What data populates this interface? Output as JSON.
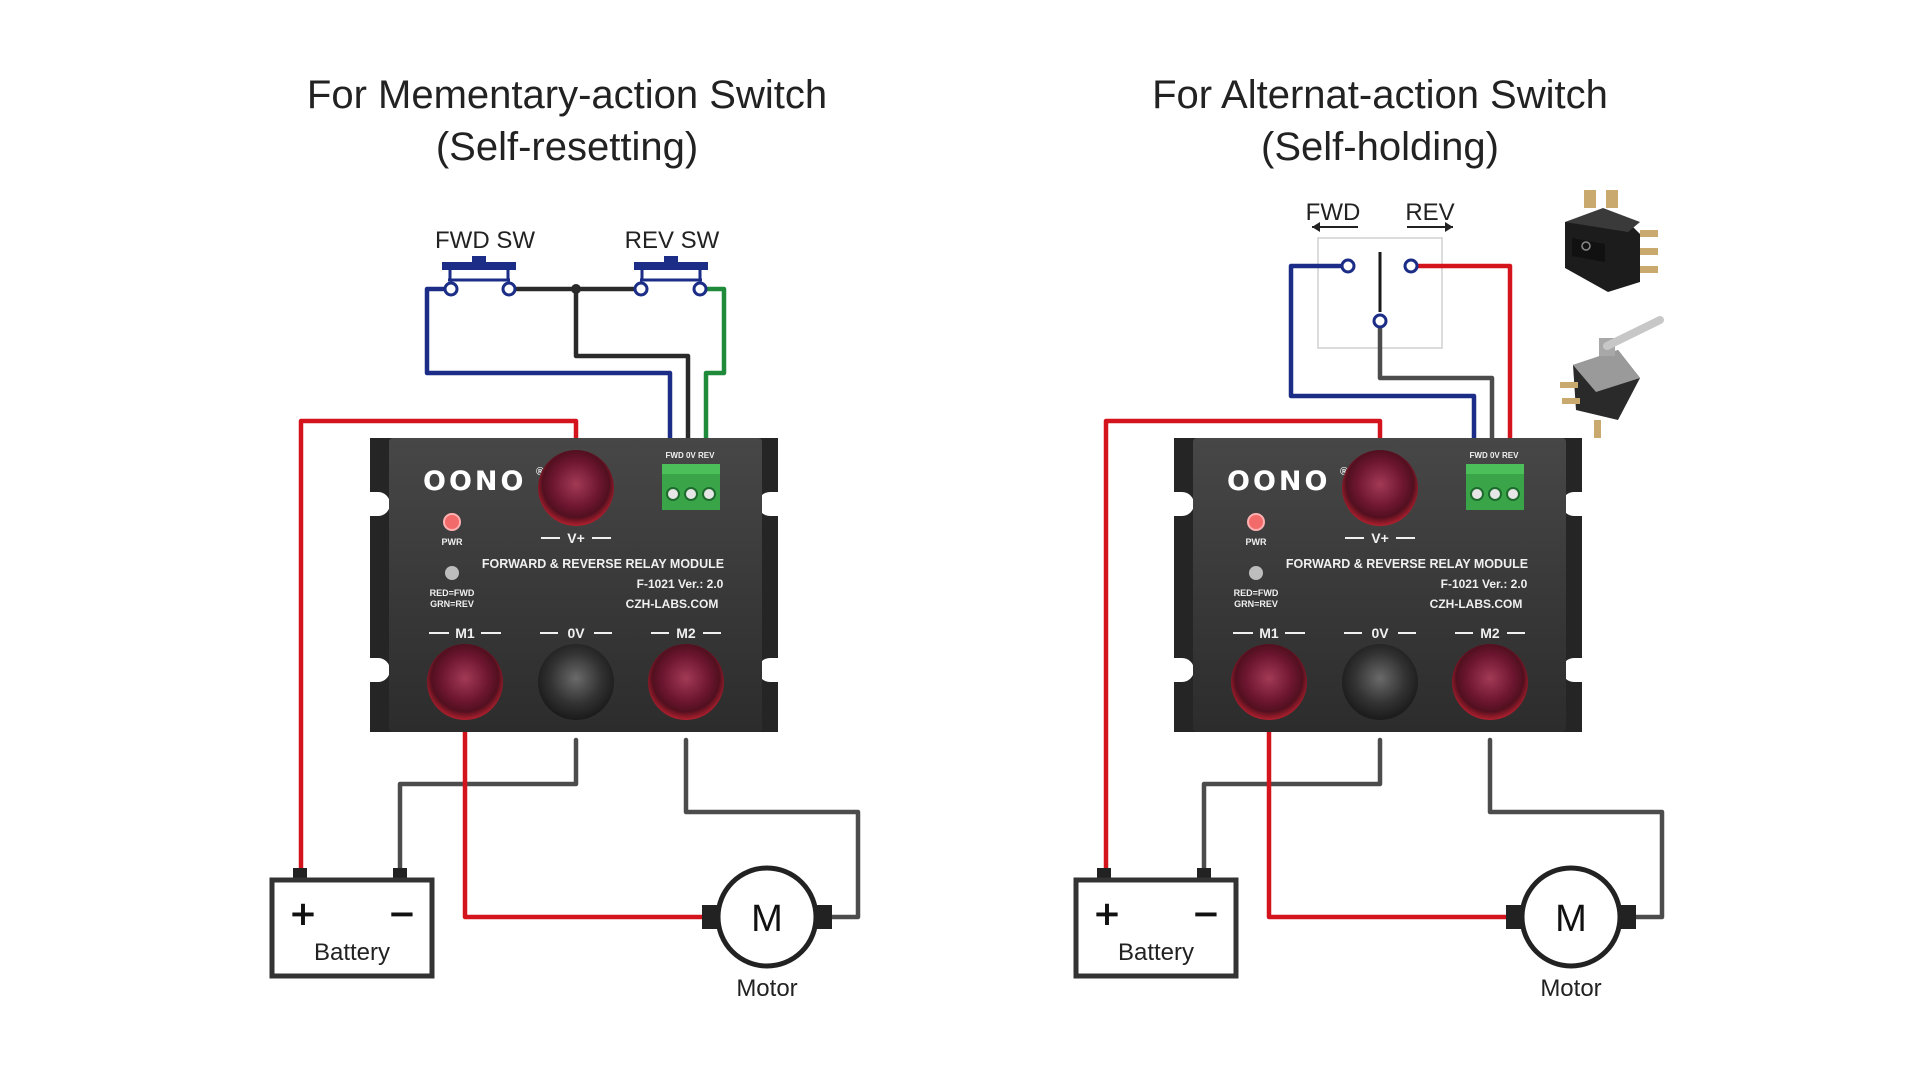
{
  "left": {
    "title_line1": "For Mementary-action Switch",
    "title_line2": "(Self-resetting)",
    "fwd_switch_label": "FWD SW",
    "rev_switch_label": "REV SW"
  },
  "right": {
    "title_line1": "For Alternat-action Switch",
    "title_line2": "(Self-holding)",
    "fwd_label": "FWD",
    "rev_label": "REV",
    "photos": [
      "rocker-switch-photo",
      "toggle-switch-photo"
    ]
  },
  "module": {
    "brand": "OONO",
    "registered": "®",
    "pwr_label": "PWR",
    "status_line1": "RED=FWD",
    "status_line2": "GRN=REV",
    "vplus_label": "V+",
    "model_title": "FORWARD & REVERSE RELAY MODULE",
    "model_line": "F-1021   Ver.: 2.0",
    "website": "CZH-LABS.COM",
    "terminal_label": "FWD 0V REV",
    "m1_label": "M1",
    "ov_label": "0V",
    "m2_label": "M2"
  },
  "battery": {
    "label": "Battery",
    "plus": "+",
    "minus": "−"
  },
  "motor": {
    "symbol": "M",
    "label": "Motor"
  },
  "colors": {
    "wire_red": "#d4141c",
    "wire_blue": "#1b2d86",
    "wire_green": "#1f8a3a",
    "wire_gray": "#4c4c4c",
    "module_body": "#3a3a3a",
    "terminal_block": "#3aa548"
  }
}
